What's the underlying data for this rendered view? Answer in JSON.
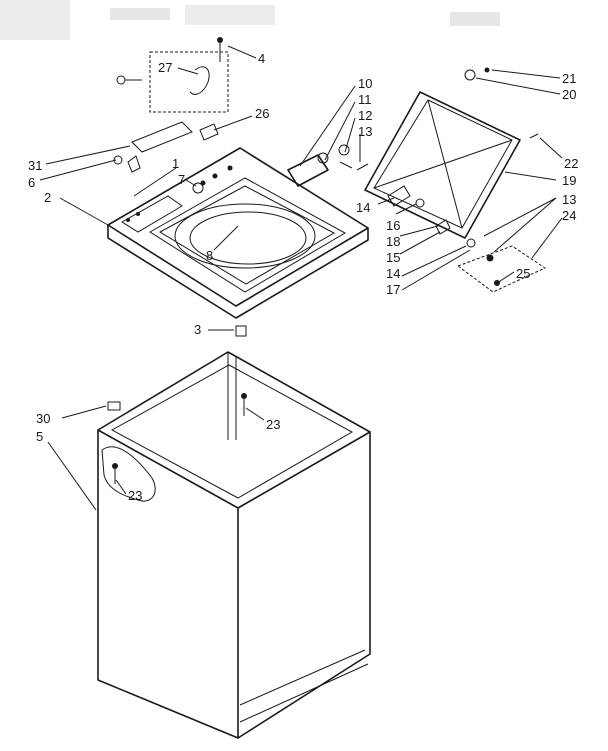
{
  "diagram": {
    "part_labels": [
      "4",
      "27",
      "26",
      "10",
      "11",
      "12",
      "13",
      "21",
      "20",
      "31",
      "1",
      "6",
      "7",
      "2",
      "8",
      "14",
      "16",
      "18",
      "15",
      "14",
      "17",
      "22",
      "19",
      "13",
      "24",
      "25",
      "3",
      "23",
      "30",
      "5",
      "23"
    ]
  }
}
